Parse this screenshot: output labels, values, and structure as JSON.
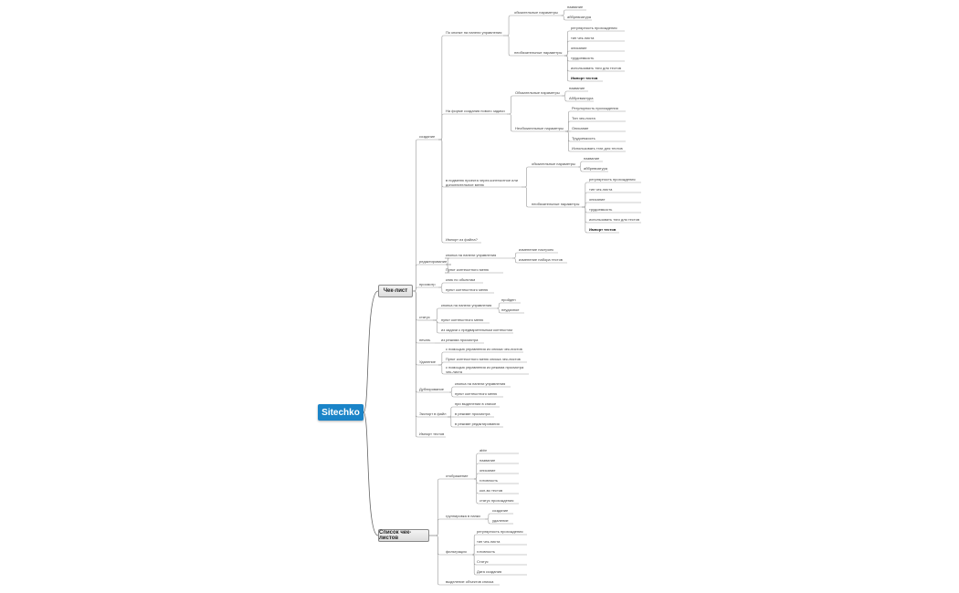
{
  "root": "Sitechko",
  "branches": {
    "checklist": {
      "label": "Чек-лист",
      "create": {
        "label": "создание",
        "panel": {
          "label": "По кнопке на панели управления",
          "required": {
            "label": "обязательные параметры",
            "items": [
              "название",
              "аббревиатура"
            ]
          },
          "optional": {
            "label": "необязательные параметры",
            "items": [
              "регулярность прохождения",
              "тип чек-листа",
              "описание",
              "трудоемкость",
              "использовать тэги для тестов"
            ],
            "extra": "Импорт тестов"
          }
        },
        "form": {
          "label": "На форме создания нового задачи",
          "required": {
            "label": "Обязательные параметры",
            "items": [
              "название",
              "Аббревиатура"
            ]
          },
          "optional": {
            "label": "Необязательные параметры",
            "items": [
              "Регулярность прохождения",
              "Тип чек-листа",
              "Описание",
              "Трудоемкость",
              "Использовать тэги для тестов"
            ]
          }
        },
        "context": {
          "label": "в подменю проекта через контекстное или дополнительное меню",
          "required": {
            "label": "обязательные параметры",
            "items": [
              "название",
              "аббревиатура"
            ]
          },
          "optional": {
            "label": "необязательные параметры",
            "items": [
              "регулярность прохождения",
              "тип чек-листа",
              "описание",
              "трудоемкость",
              "использовать тэги для тестов"
            ],
            "extra": "Импорт тестов"
          }
        },
        "import": "Импорт из файла?"
      },
      "edit": {
        "label": "редактирование",
        "button": {
          "label": "кнопка на панели управления",
          "items": [
            "изменение настроек",
            "изменение набора тестов"
          ]
        },
        "context": "Пункт контекстного меню"
      },
      "view": {
        "label": "просмотр",
        "items": [
          "клик по обьектам",
          "пункт контекстного меню"
        ]
      },
      "status": {
        "label": "статус",
        "button": {
          "label": "кнопка на панели управления",
          "items": [
            "пройден",
            "неудачное"
          ]
        },
        "items": [
          "пункт контекстного меню",
          "из задачи с предварительным контекстом"
        ]
      },
      "print": {
        "label": "печать",
        "items": [
          "из режима просмотра"
        ]
      },
      "delete": {
        "label": "Удаление",
        "items": [
          "с помощью управления из списка чек-листов",
          "Пункт контекстного меню списка чек-листов",
          "с помощью управления из режима просмотра чек-листа"
        ]
      },
      "duplicate": {
        "label": "Дублирование",
        "items": [
          "кнопка на панели управления",
          "пункт контекстного меню"
        ]
      },
      "export": {
        "label": "Экспорт в файл",
        "items": [
          "при выделении в списке",
          "в режиме просмотра",
          "в режиме редактирования"
        ]
      },
      "import": "Импорт тестов"
    },
    "list": {
      "label": "Список чек-листов",
      "display": {
        "label": "отображение",
        "items": [
          "abbr",
          "название",
          "описание",
          "готовность",
          "кол-во тестов",
          "статус прохождения"
        ]
      },
      "grouping": {
        "label": "группировка в папки",
        "items": [
          "создание",
          "удаление"
        ]
      },
      "filter": {
        "label": "фильтрация",
        "items": [
          "регулярность прохождения",
          "тип чек-листа",
          "готовность",
          "Статус",
          "Дата создания"
        ]
      },
      "multi": "выделение объектов списка"
    }
  }
}
